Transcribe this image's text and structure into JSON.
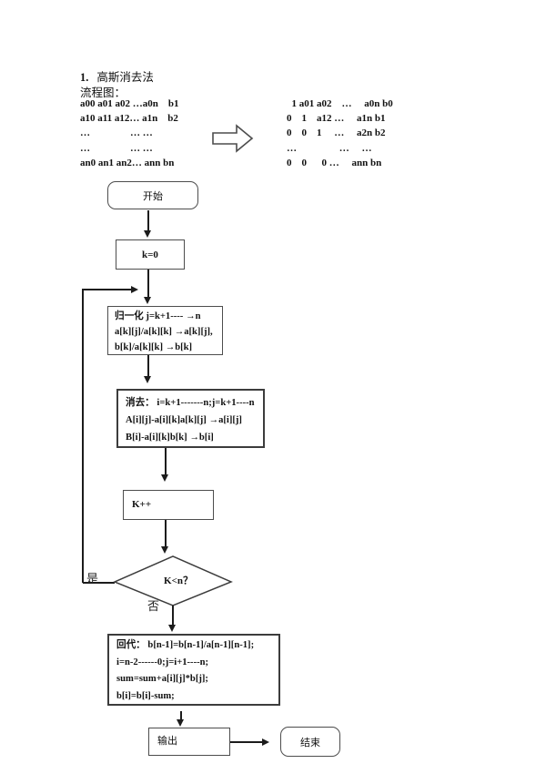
{
  "page": {
    "heading_number": "1.",
    "heading_title": "高斯消去法",
    "subheading": "流程图："
  },
  "matrices": {
    "left_rows": [
      "a00 a01 a02 …a0n    b1",
      "a10 a11 a12… a1n    b2",
      "…                … …",
      "…                … …",
      "an0 an1 an2… ann bn"
    ],
    "right_rows": [
      "  1 a01 a02    …     a0n b0",
      "0    1    a12 …     a1n b1",
      "0    0    1     …     a2n b2",
      "…                 …     …",
      "0    0      0 …     ann bn"
    ],
    "transform_icon": "block-arrow-right"
  },
  "flowchart": {
    "start": {
      "label": "开始"
    },
    "init": {
      "label": "k=0"
    },
    "normalize": {
      "lines": [
        "归一化  j=k+1---- →n",
        "a[k][j]/a[k][k] →a[k][j],",
        "b[k]/a[k][k] →b[k]"
      ]
    },
    "eliminate": {
      "lines": [
        "消去：  i=k+1-------n;j=k+1----n",
        "A[i][j]-a[i][k]a[k][j]  →a[i][j]",
        "B[i]-a[i][k]b[k] →b[i]"
      ]
    },
    "increment": {
      "label": "K++"
    },
    "decision": {
      "label": "K<n？",
      "yes_label": "是",
      "no_label": "否"
    },
    "backsub": {
      "lines": [
        "回代：  b[n-1]=b[n-1]/a[n-1][n-1];",
        "i=n-2------0;j=i+1----n;",
        "sum=sum+a[i][j]*b[j];",
        "b[i]=b[i]-sum;"
      ]
    },
    "output": {
      "label": "输出"
    },
    "end": {
      "label": "结束"
    }
  },
  "colors": {
    "ink": "#1c1c1c",
    "background": "#ffffff"
  }
}
